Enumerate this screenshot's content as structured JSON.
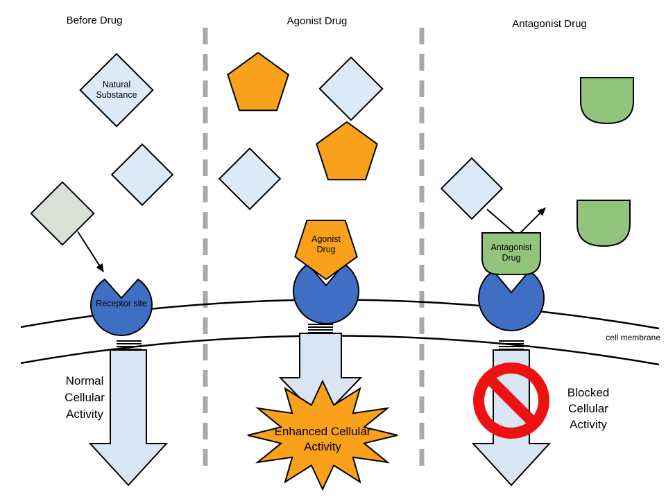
{
  "panels": {
    "before": {
      "title": "Before Drug",
      "substance_lines": [
        "Natural",
        "Substance"
      ],
      "receptor_label": "Receptor site",
      "activity_lines": [
        "Normal",
        "Cellular",
        "Activity"
      ]
    },
    "agonist": {
      "title": "Agonist Drug",
      "drug_lines": [
        "Agonist",
        "Drug"
      ],
      "activity_lines": [
        "Enhanced Cellular",
        "Activity"
      ]
    },
    "antagonist": {
      "title": "Antagonist Drug",
      "drug_lines": [
        "Antagonist",
        "Drug"
      ],
      "activity_lines": [
        "Blocked",
        "Cellular",
        "Activity"
      ]
    }
  },
  "membrane": {
    "label": "cell membrane"
  },
  "colors": {
    "diamond": "#dce9f7",
    "diamond_muted": "#d9e1d6",
    "orange": "#f9a11b",
    "receptor_blue": "#3f6fc4",
    "green": "#93c47d",
    "arrow_fill": "#d9e5f2",
    "prohibition_red": "#ee1111",
    "divider_gray": "#a9a9a9",
    "outline": "#000000"
  }
}
